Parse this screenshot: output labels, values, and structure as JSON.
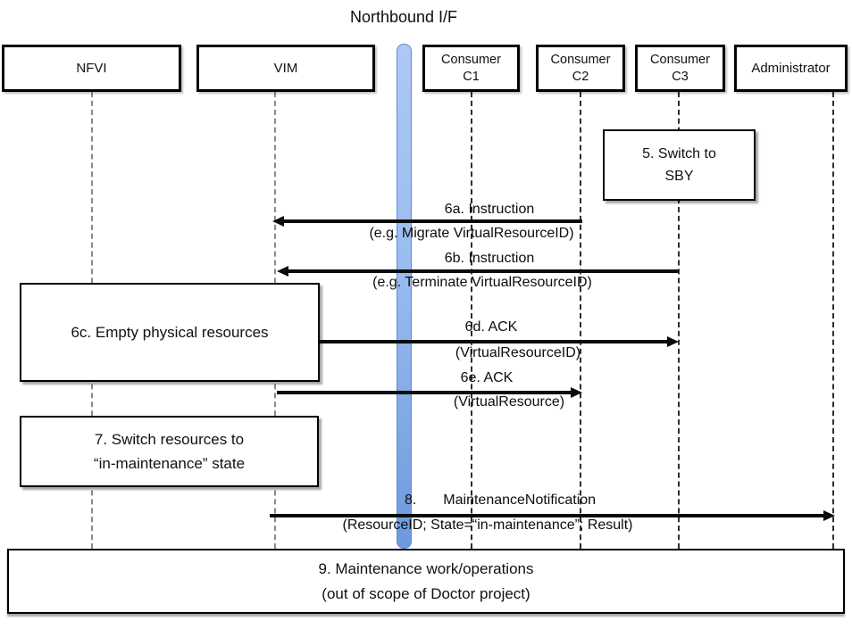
{
  "title": "Northbound I/F",
  "colors": {
    "bar_fill_top": "#adc9f4",
    "bar_fill_bottom": "#6d99dd",
    "bar_border": "#5c8bd4"
  },
  "actors": {
    "nfvi": {
      "label": "NFVI"
    },
    "vim": {
      "label": "VIM"
    },
    "c1": {
      "line1": "Consumer",
      "line2": "C1"
    },
    "c2": {
      "line1": "Consumer",
      "line2": "C2"
    },
    "c3": {
      "line1": "Consumer",
      "line2": "C3"
    },
    "admin": {
      "label": "Administrator"
    }
  },
  "notes": {
    "n5": {
      "line1": "5. Switch to",
      "line2": "SBY"
    },
    "n6c": {
      "line1": "6c. Empty physical resources"
    },
    "n7": {
      "line1": "7. Switch resources to",
      "line2": "“in-maintenance” state"
    },
    "n9": {
      "line1": "9. Maintenance work/operations",
      "line2": "(out of scope of Doctor project)"
    }
  },
  "messages": {
    "m6a": {
      "name": "6a. Instruction",
      "detail": "(e.g. Migrate VirtualResourceID)"
    },
    "m6b": {
      "name": "6b. Instruction",
      "detail": "(e.g. Terminate VirtualResourceID)"
    },
    "m6d": {
      "name": "6d. ACK",
      "detail": "(VirtualResourceID)"
    },
    "m6e": {
      "name": "6e. ACK",
      "detail": "(VirtualResource)"
    },
    "m8": {
      "number": "8.",
      "name": "MaintenanceNotification",
      "detail": "(ResourceID; State=“in-maintenance”; Result)"
    }
  }
}
